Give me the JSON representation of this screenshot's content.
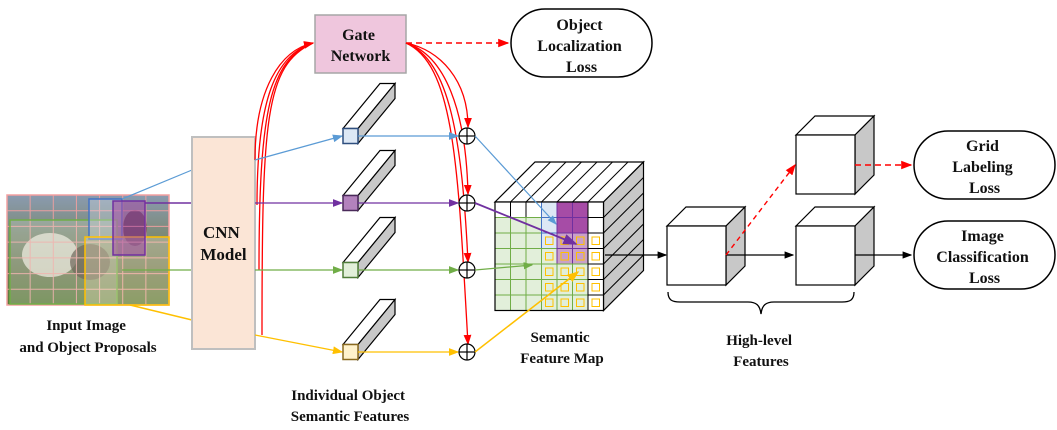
{
  "labels": {
    "gate_network": [
      "Gate",
      "Network"
    ],
    "cnn_model": [
      "CNN",
      "Model"
    ],
    "object_localization_loss": [
      "Object",
      "Localization",
      "Loss"
    ],
    "grid_labeling_loss": [
      "Grid",
      "Labeling",
      "Loss"
    ],
    "image_classification_loss": [
      "Image",
      "Classification",
      "Loss"
    ],
    "input_image": [
      "Input Image",
      "and Object Proposals"
    ],
    "individual_features": [
      "Individual Object",
      "Semantic Features"
    ],
    "semantic_feature_map": [
      "Semantic",
      "Feature Map"
    ],
    "high_level_features": [
      "High-level",
      "Features"
    ]
  },
  "proposal_colors": {
    "blue": "#5b9bd5",
    "purple": "#7030a0",
    "green": "#70ad47",
    "yellow": "#ffc000"
  },
  "colors": {
    "gate_fill": "#efc6dd",
    "cnn_fill": "#fbe5d6",
    "gate_arrow": "#ff0000",
    "feature_map_green": "#e2efda"
  }
}
